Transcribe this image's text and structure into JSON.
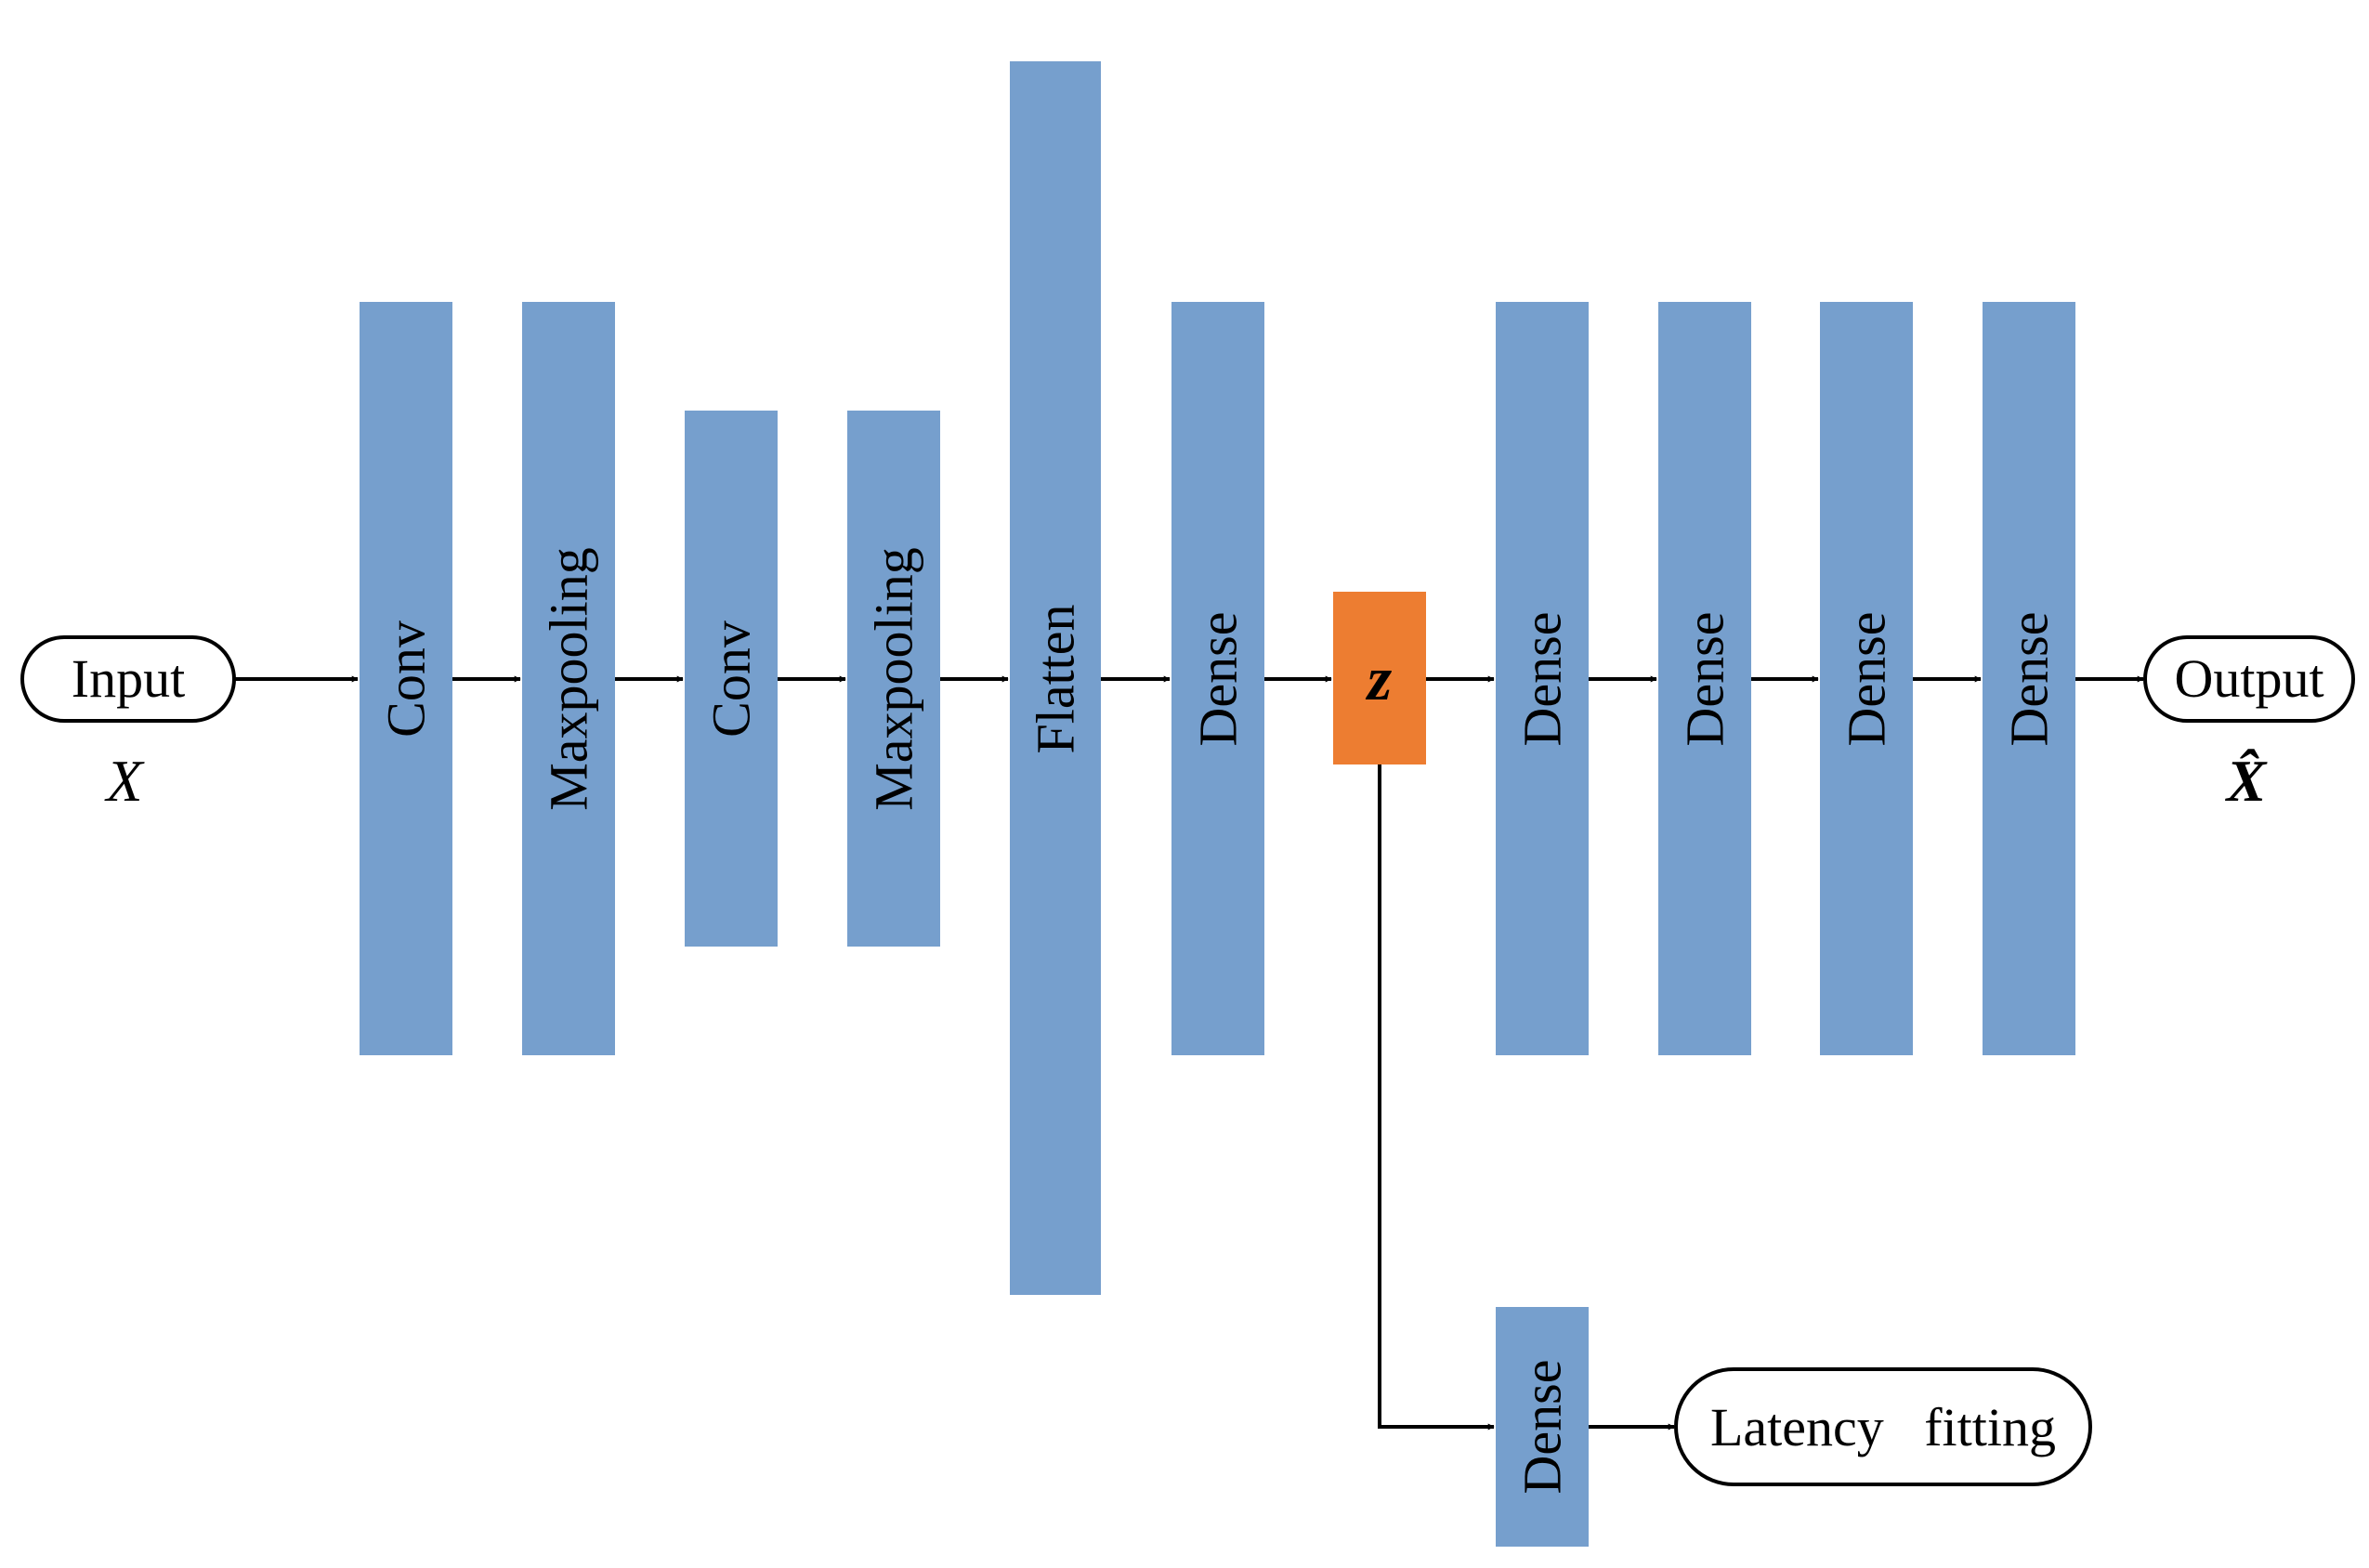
{
  "colors": {
    "layer": "#769FCD",
    "latent": "#ED7D31",
    "line": "#000000"
  },
  "input": {
    "label": "Input",
    "symbol": "X"
  },
  "output": {
    "label": "Output",
    "symbol": "X̂"
  },
  "latent": {
    "label": "z"
  },
  "layers": [
    {
      "label": "Conv"
    },
    {
      "label": "Maxpooling"
    },
    {
      "label": "Conv"
    },
    {
      "label": "Maxpooling"
    },
    {
      "label": "Flatten"
    },
    {
      "label": "Dense"
    },
    {
      "label": "Dense"
    },
    {
      "label": "Dense"
    },
    {
      "label": "Dense"
    },
    {
      "label": "Dense"
    }
  ],
  "branch": {
    "layer": {
      "label": "Dense"
    },
    "terminal": {
      "label": "Latency   fitting"
    }
  }
}
